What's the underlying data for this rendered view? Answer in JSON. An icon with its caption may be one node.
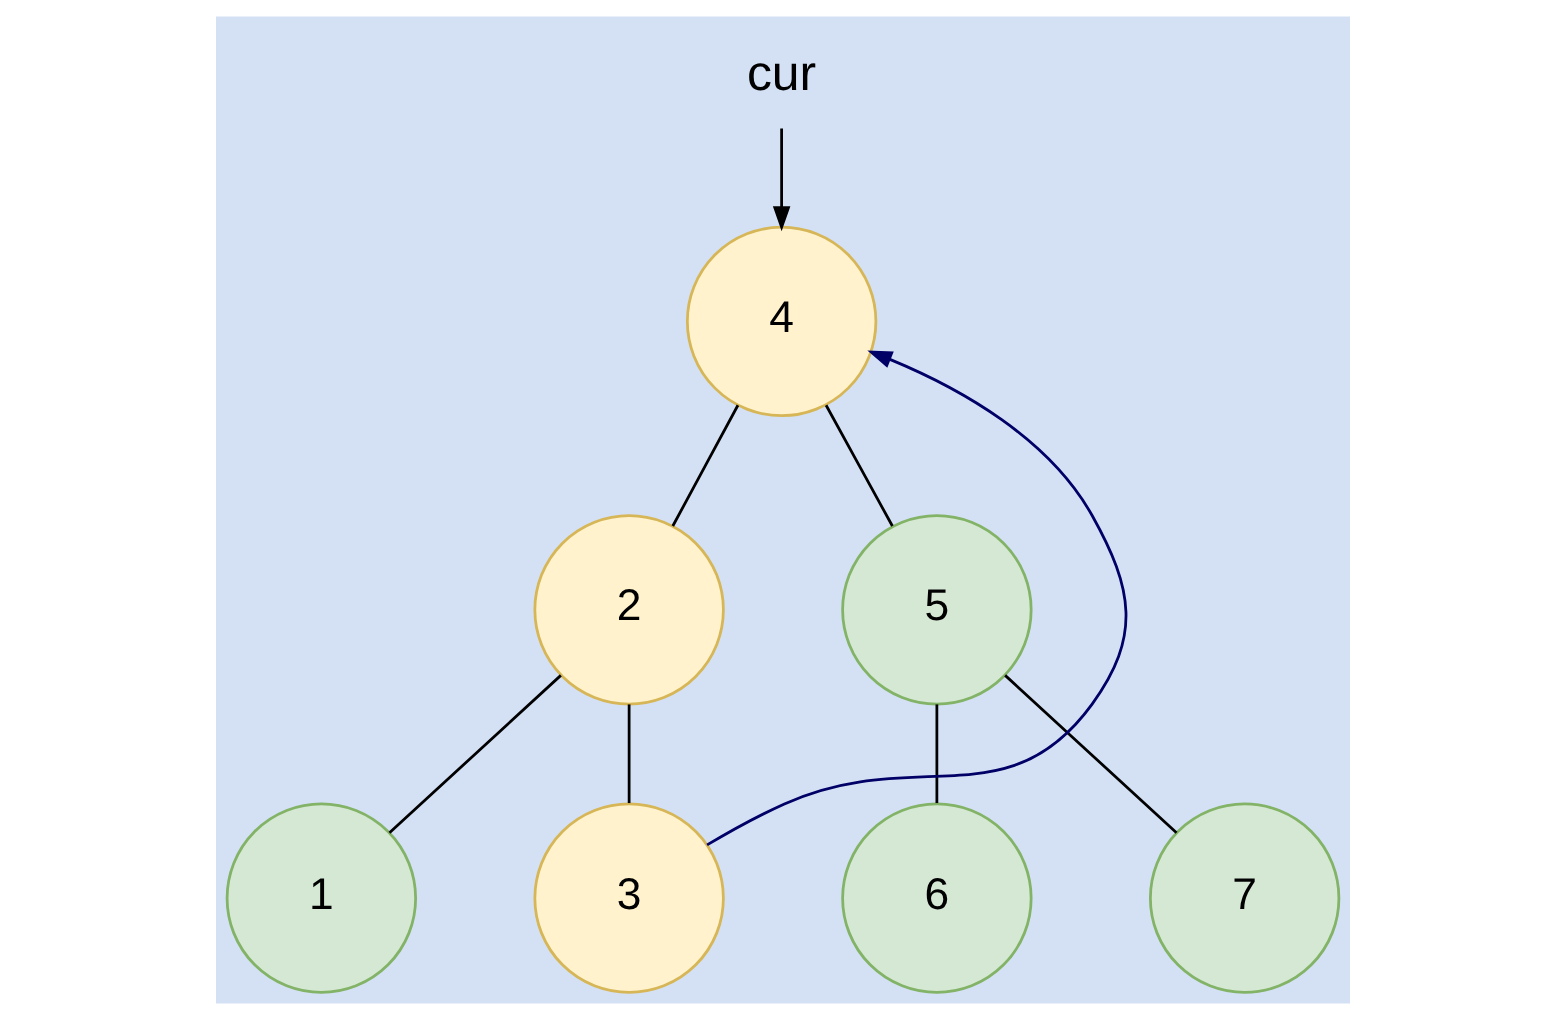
{
  "diagram": {
    "nodes": [
      {
        "text": [
          "cur"
        ]
      },
      {
        "text": [
          "4"
        ]
      },
      {
        "text": [
          "2"
        ]
      },
      {
        "text": [
          "5"
        ]
      },
      {
        "text": [
          "1"
        ]
      },
      {
        "text": [
          "3"
        ]
      },
      {
        "text": [
          "6"
        ]
      },
      {
        "text": [
          "7"
        ]
      }
    ],
    "edges": [
      {
        "from": 0,
        "to": 1,
        "arrow": "to"
      },
      {
        "from": 1,
        "to": 2,
        "arrow": "none"
      },
      {
        "from": 1,
        "to": 3,
        "arrow": "none"
      },
      {
        "from": 2,
        "to": 4,
        "arrow": "none"
      },
      {
        "from": 2,
        "to": 5,
        "arrow": "none"
      },
      {
        "from": 3,
        "to": 6,
        "arrow": "none"
      },
      {
        "from": 3,
        "to": 7,
        "arrow": "none"
      },
      {
        "from": 5,
        "to": 1,
        "arrow": "to",
        "color": "#000066"
      }
    ]
  }
}
